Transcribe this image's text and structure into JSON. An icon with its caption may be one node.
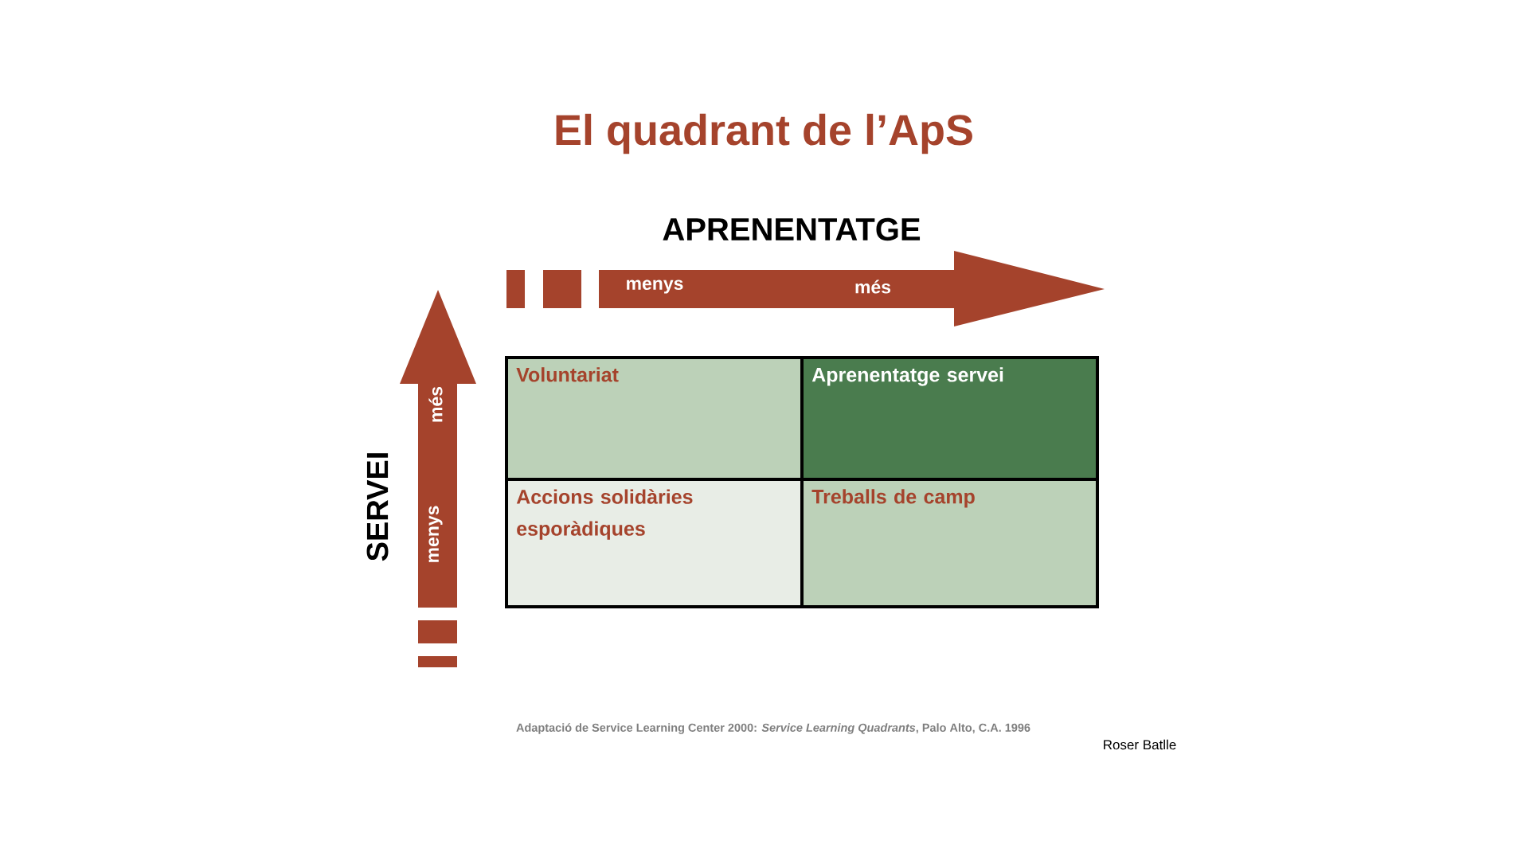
{
  "diagram": {
    "title": "El quadrant de l’ApS",
    "nodes": [
      {
        "text": [
          "Voluntariat"
        ]
      },
      {
        "text": [
          "Aprenentatge servei"
        ]
      },
      {
        "text": [
          "Accions solidàries esporàdiques"
        ]
      },
      {
        "text": [
          "Treballs de camp"
        ]
      }
    ],
    "edges": [],
    "labels": [
      "APRENENTATGE",
      "menys",
      "més",
      "SERVEI",
      "més",
      "menys",
      "Roser Batlle"
    ],
    "caption": "Adaptació de Service Learning Center 2000: *Service Learning Quadrants*, Palo Alto, C.A. 1996"
  }
}
